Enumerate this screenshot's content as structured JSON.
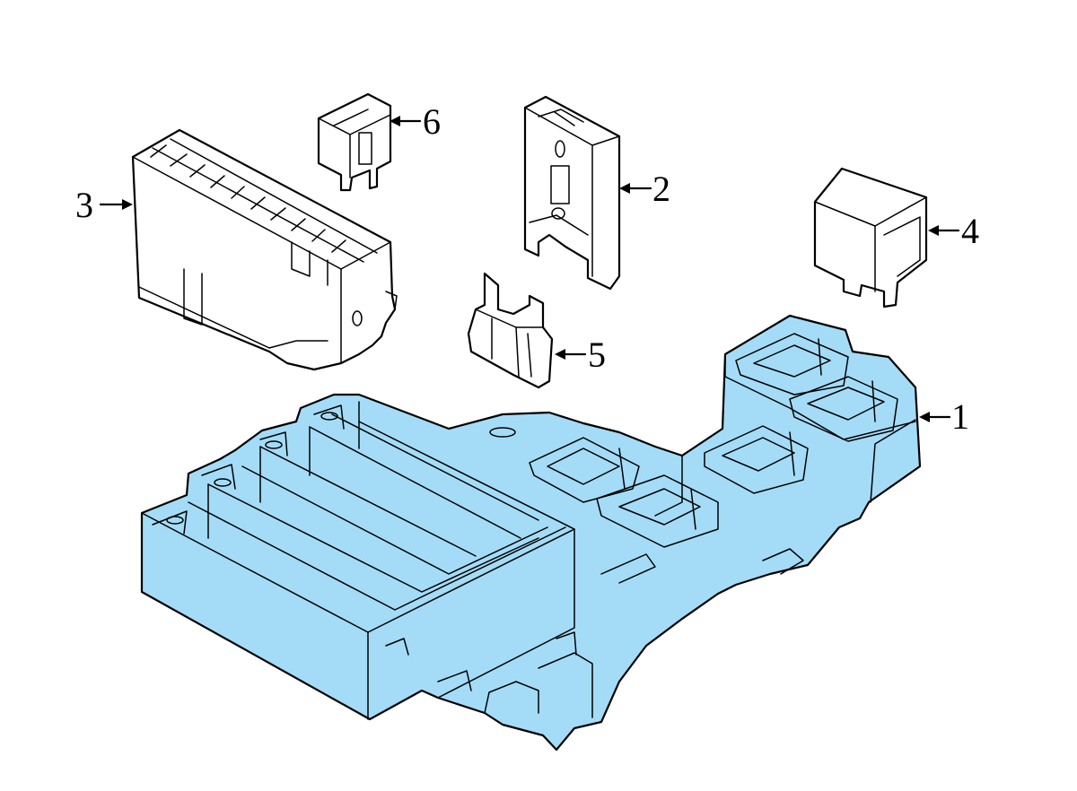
{
  "colors": {
    "highlight": "#a4dcf7",
    "line": "#000000",
    "background": "#ffffff"
  },
  "callouts": [
    {
      "id": "1",
      "label": "1"
    },
    {
      "id": "2",
      "label": "2"
    },
    {
      "id": "3",
      "label": "3"
    },
    {
      "id": "4",
      "label": "4"
    },
    {
      "id": "5",
      "label": "5"
    },
    {
      "id": "6",
      "label": "6"
    }
  ]
}
